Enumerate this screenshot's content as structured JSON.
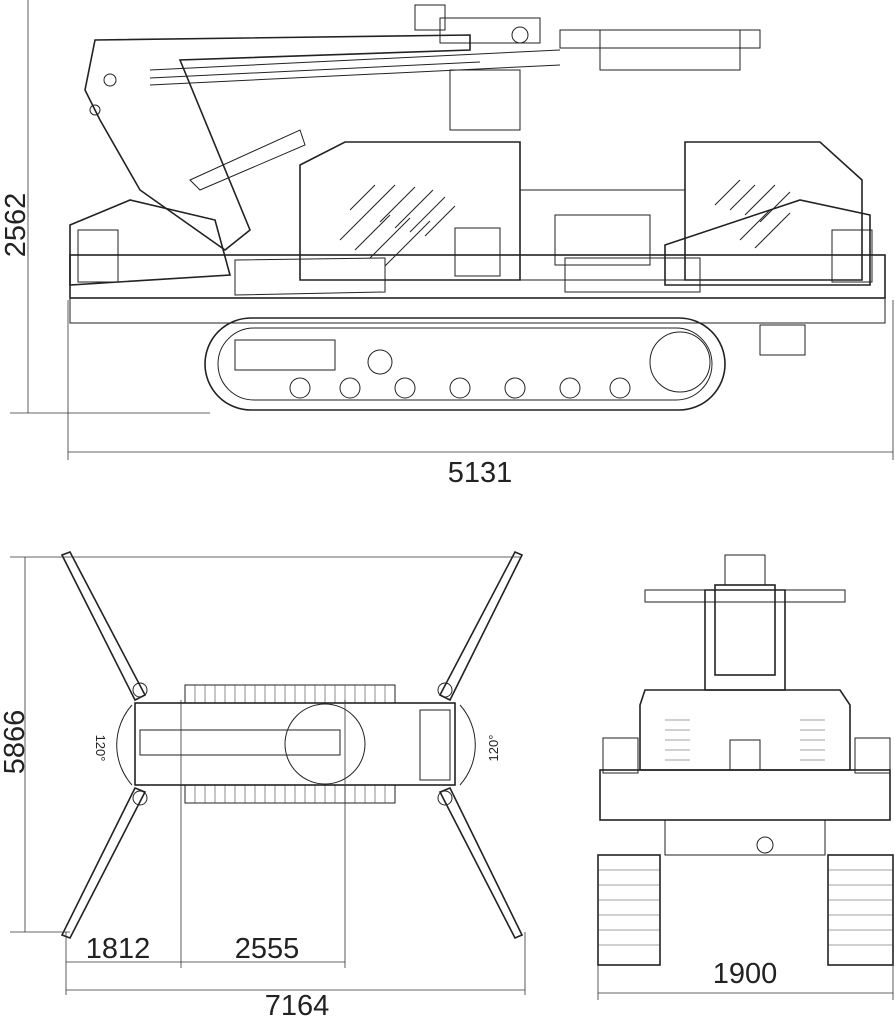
{
  "side_view": {
    "height_dim": "2562",
    "length_dim": "5131"
  },
  "top_view": {
    "width_dim": "5866",
    "angle_left": "120°",
    "angle_right": "120°",
    "dim_outrigger": "1812",
    "dim_center": "2555",
    "total_span": "7164"
  },
  "front_view": {
    "width_dim": "1900"
  }
}
